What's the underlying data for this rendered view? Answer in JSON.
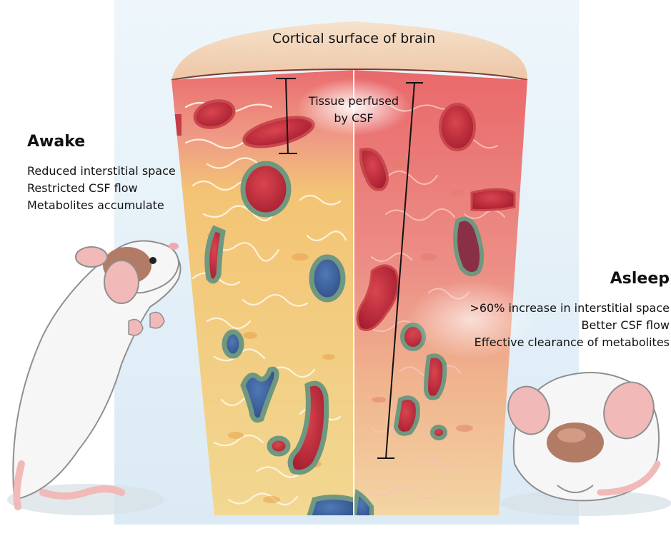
{
  "surface_label": "Cortical surface of brain",
  "perfused_label_line1": "Tissue perfused",
  "perfused_label_line2": "by CSF",
  "awake": {
    "title": "Awake",
    "lines": [
      "Reduced interstitial space",
      "Restricted CSF flow",
      "Metabolites accumulate"
    ]
  },
  "asleep": {
    "title": "Asleep",
    "lines": [
      ">60% increase in interstitial space",
      "Better CSF flow",
      "Effective clearance of metabolites"
    ]
  },
  "colors": {
    "background_panel": "#e6f1f8",
    "tissue_top": "#e8686a",
    "tissue_mid": "#f2c070",
    "tissue_bottom": "#f0d890",
    "vessel_red": "#b8283a",
    "vessel_blue": "#3c5f9c",
    "vessel_sheath": "#6f9880",
    "surface_skin": "#f3d6bc",
    "mouse_fur": "#f6f6f6",
    "mouse_patch": "#b27b66",
    "mouse_ear": "#f2b9b9"
  },
  "icons": [
    "awake-mouse-icon",
    "asleep-mouse-icon",
    "measure-bar-icon"
  ]
}
